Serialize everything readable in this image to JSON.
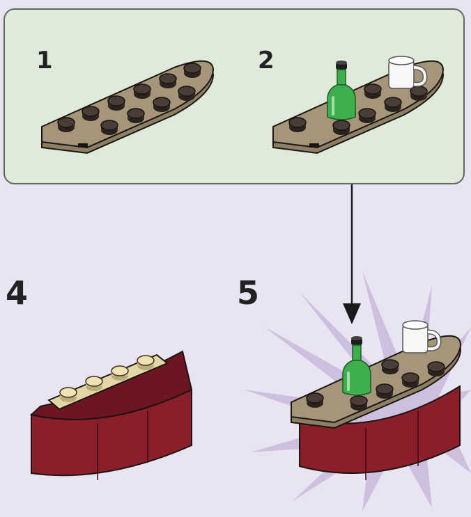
{
  "steps": {
    "sub_step_1": "1",
    "sub_step_2": "2",
    "step_4": "4",
    "step_5": "5"
  },
  "colors": {
    "background": "#e9e4f1",
    "submodel_panel": "#dfeadb",
    "tan_plate": "#a59679",
    "dark_brown_stud": "#3a2f2a",
    "dark_red_brick": "#8a1e2a",
    "light_tan_plate": "#e3d7a8",
    "green_bottle": "#3fae4f",
    "clear_cup": "#f4f4f4",
    "burst": "#c9b9dc"
  },
  "icons": [
    "arrow-down-icon",
    "burst-highlight-icon"
  ]
}
